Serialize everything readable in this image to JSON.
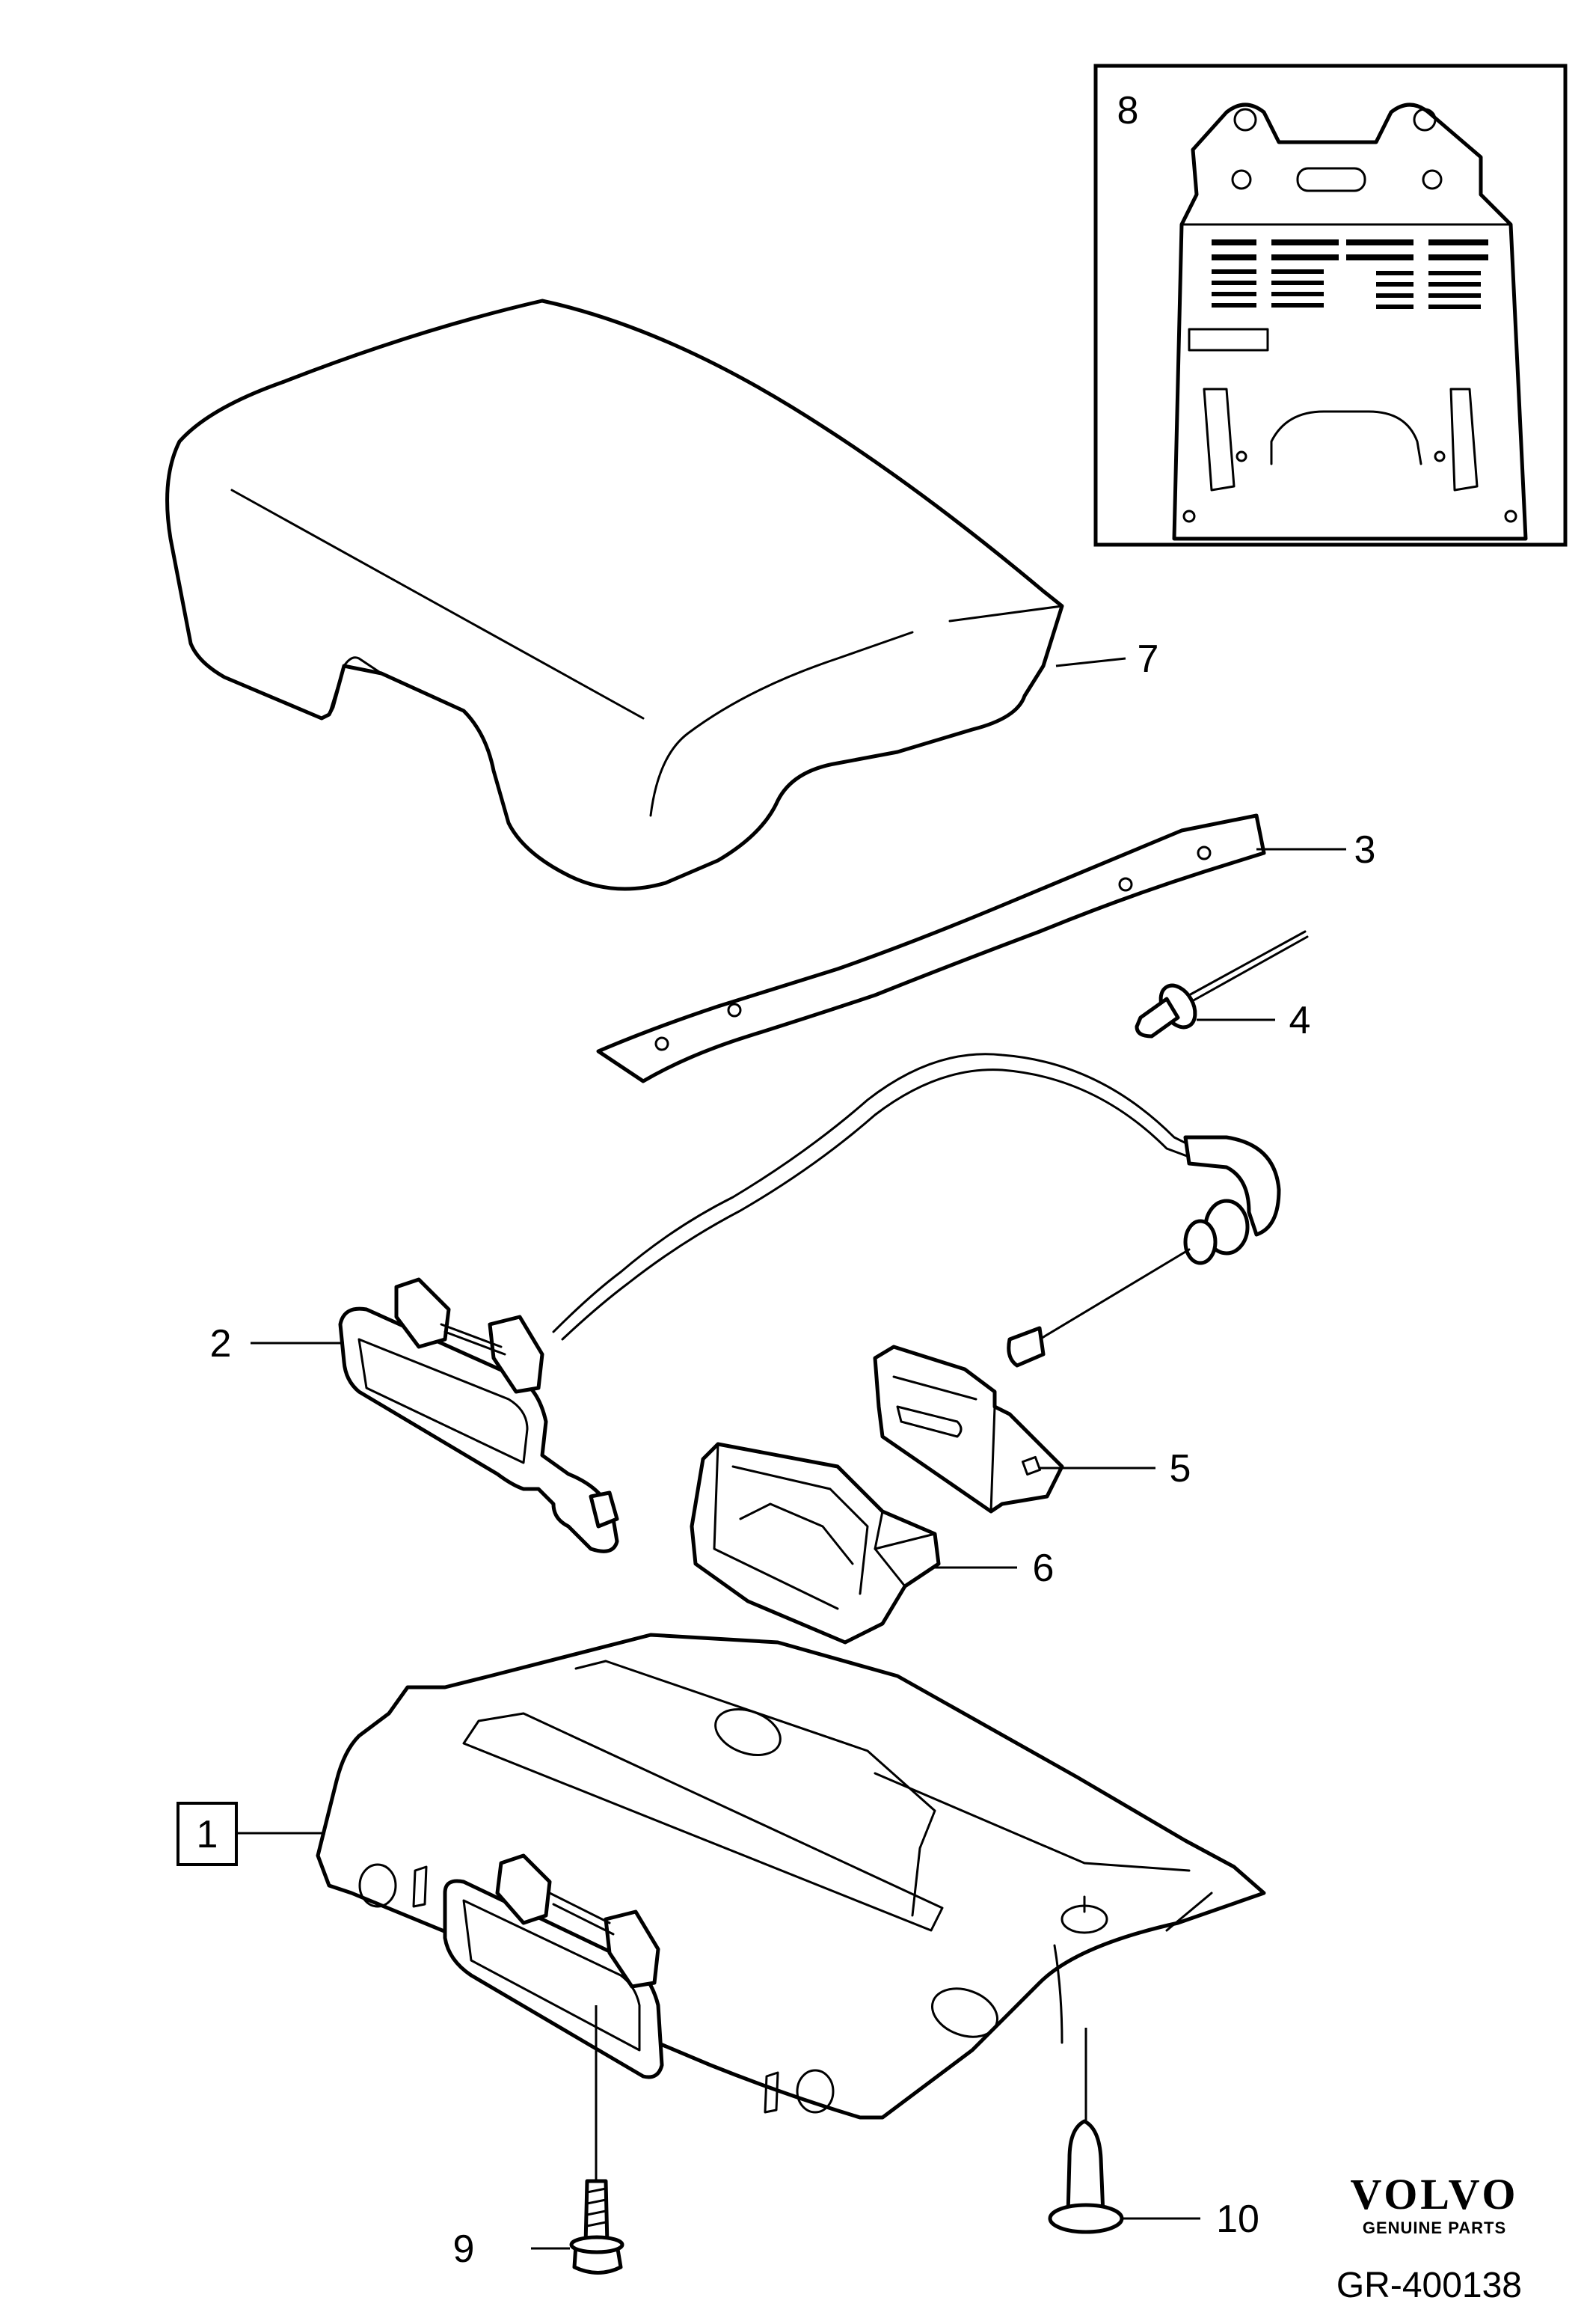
{
  "callouts": {
    "c1": "1",
    "c2": "2",
    "c3": "3",
    "c4": "4",
    "c5": "5",
    "c6": "6",
    "c7": "7",
    "c8": "8",
    "c9": "9",
    "c10": "10"
  },
  "brand": {
    "name": "VOLVO",
    "tagline": "GENUINE PARTS"
  },
  "reference": "GR-400138"
}
